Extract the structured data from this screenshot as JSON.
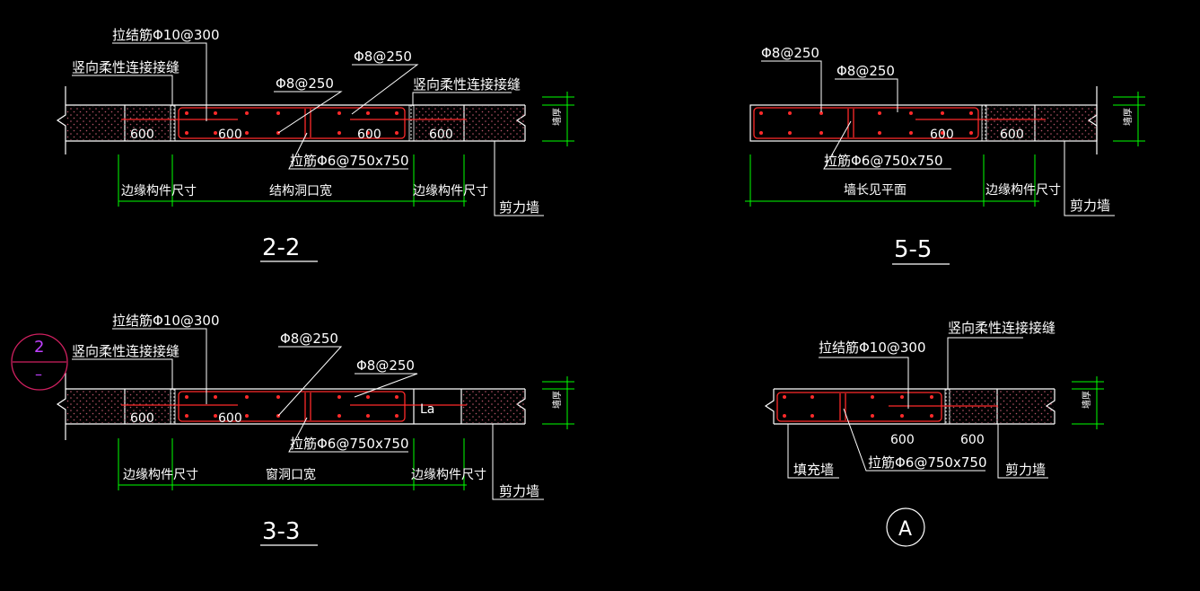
{
  "colors": {
    "background": "#000000",
    "outline": "#ffffff",
    "rebar": "#ff2a2a",
    "dimension": "#00ff00",
    "hatch": "#b8556a",
    "bubble": "#d02060"
  },
  "d22": {
    "title": "2-2",
    "top_lbl_1": "拉结筋Φ10@300",
    "top_lbl_2": "竖向柔性连接接缝",
    "top_lbl_3": "Φ8@250",
    "top_lbl_4": "Φ8@250",
    "top_lbl_5": "竖向柔性连接接缝",
    "dim_600_a": "600",
    "dim_600_b": "600",
    "dim_600_c": "600",
    "dim_600_d": "600",
    "tie_lbl": "拉筋Φ6@750x750",
    "dim_left": "边缘构件尺寸",
    "dim_mid": "结构洞口宽",
    "dim_right": "边缘构件尺寸",
    "wall_lbl": "剪力墙",
    "thick_lbl": "墙厚"
  },
  "d55": {
    "title": "5-5",
    "top_lbl_1": "Φ8@250",
    "top_lbl_2": "Φ8@250",
    "dim_600_a": "600",
    "dim_600_b": "600",
    "tie_lbl": "拉筋Φ6@750x750",
    "dim_mid": "墙长见平面",
    "dim_right": "边缘构件尺寸",
    "wall_lbl": "剪力墙",
    "thick_lbl": "墙厚"
  },
  "d33": {
    "title": "3-3",
    "top_lbl_1": "拉结筋Φ10@300",
    "top_lbl_2": "竖向柔性连接接缝",
    "top_lbl_3": "Φ8@250",
    "top_lbl_4": "Φ8@250",
    "dim_600_a": "600",
    "dim_600_b": "600",
    "la_lbl": "La",
    "tie_lbl": "拉筋Φ6@750x750",
    "dim_left": "边缘构件尺寸",
    "dim_mid": "窗洞口宽",
    "dim_right": "边缘构件尺寸",
    "wall_lbl": "剪力墙",
    "thick_lbl": "墙厚",
    "bubble_top": "2",
    "bubble_bottom": "–"
  },
  "dA": {
    "title": "A",
    "top_lbl_1": "拉结筋Φ10@300",
    "top_lbl_2": "竖向柔性连接接缝",
    "dim_600_a": "600",
    "dim_600_b": "600",
    "tie_lbl": "拉筋Φ6@750x750",
    "fill_lbl": "填充墙",
    "wall_lbl": "剪力墙",
    "thick_lbl": "墙厚"
  }
}
